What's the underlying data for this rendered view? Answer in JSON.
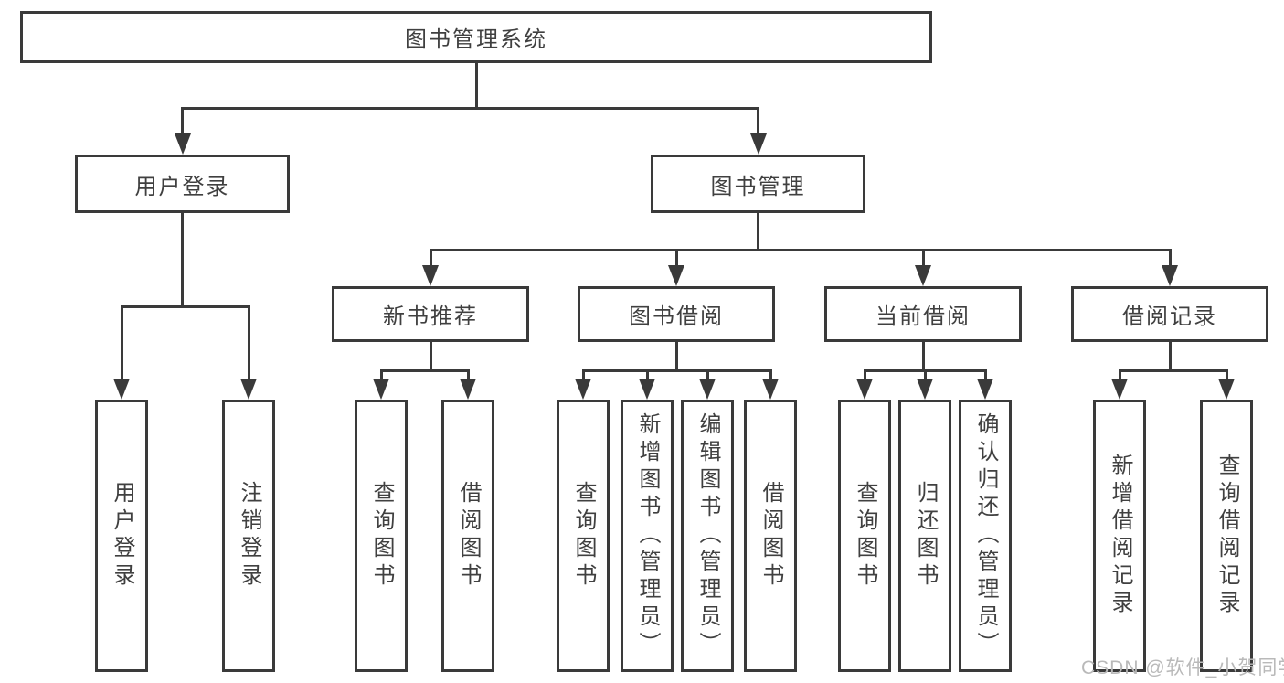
{
  "diagram_title": "图书管理系统",
  "nodes": [
    {
      "id": "system",
      "parent": null,
      "label": "图书管理系统"
    },
    {
      "id": "login",
      "parent": "system",
      "label": "用户登录"
    },
    {
      "id": "mgmt",
      "parent": "system",
      "label": "图书管理"
    },
    {
      "id": "recommend",
      "parent": "mgmt",
      "label": "新书推荐"
    },
    {
      "id": "borrow",
      "parent": "mgmt",
      "label": "图书借阅"
    },
    {
      "id": "current",
      "parent": "mgmt",
      "label": "当前借阅"
    },
    {
      "id": "records",
      "parent": "mgmt",
      "label": "借阅记录"
    },
    {
      "id": "login-user",
      "parent": "login",
      "label": "用户登录"
    },
    {
      "id": "login-logout",
      "parent": "login",
      "label": "注销登录"
    },
    {
      "id": "rec-query",
      "parent": "recommend",
      "label": "查询图书"
    },
    {
      "id": "rec-borrow",
      "parent": "recommend",
      "label": "借阅图书"
    },
    {
      "id": "bor-query",
      "parent": "borrow",
      "label": "查询图书"
    },
    {
      "id": "bor-add",
      "parent": "borrow",
      "label": "新增图书（管理员）"
    },
    {
      "id": "bor-edit",
      "parent": "borrow",
      "label": "编辑图书（管理员）"
    },
    {
      "id": "bor-borrow",
      "parent": "borrow",
      "label": "借阅图书"
    },
    {
      "id": "cur-query",
      "parent": "current",
      "label": "查询图书"
    },
    {
      "id": "cur-return",
      "parent": "current",
      "label": "归还图书"
    },
    {
      "id": "cur-confirm",
      "parent": "current",
      "label": "确认归还（管理员）"
    },
    {
      "id": "records-add",
      "parent": "records",
      "label": "新增借阅记录"
    },
    {
      "id": "records-query",
      "parent": "records",
      "label": "查询借阅记录"
    }
  ],
  "node_names": {
    "system": "library-management-system",
    "login": "user-login-module",
    "mgmt": "book-management-module",
    "recommend": "new-book-recommendation",
    "borrow": "book-borrowing",
    "current": "current-borrowing",
    "records": "borrowing-records",
    "login-user": "user-login-leaf",
    "login-logout": "logout-leaf",
    "rec-query": "recommend-query-books",
    "rec-borrow": "recommend-borrow-books",
    "bor-query": "borrowing-query-books",
    "bor-add": "borrowing-add-books-admin",
    "bor-edit": "borrowing-edit-books-admin",
    "bor-borrow": "borrowing-borrow-books",
    "cur-query": "current-query-books",
    "cur-return": "current-return-books",
    "cur-confirm": "current-confirm-return-admin",
    "records-add": "records-add-borrow-record",
    "records-query": "records-query-borrow-record"
  },
  "watermark": {
    "text": "CSDN @软件_小贺同学"
  },
  "colors": {
    "background": "#ffffff",
    "line": "#3a3a3a",
    "box_border": "#3a3a3a",
    "text": "#404040",
    "watermark": "#b9b9b9"
  }
}
